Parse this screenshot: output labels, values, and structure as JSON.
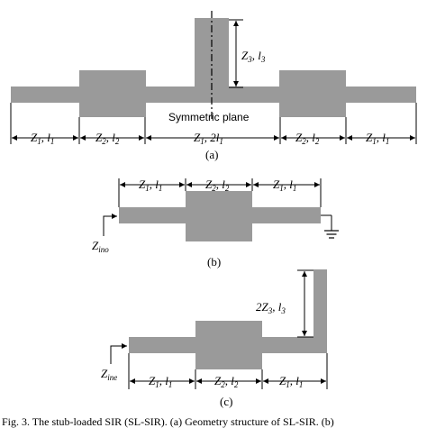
{
  "figure_a": {
    "labels": {
      "seg1": {
        "main": "Z",
        "s1": "1",
        "mid": ", l",
        "s2": "1"
      },
      "seg2": {
        "main": "Z",
        "s1": "2",
        "mid": ", l",
        "s2": "2"
      },
      "center": {
        "main": "Z",
        "s1": "1",
        "mid": ", 2l",
        "s2": "1"
      },
      "seg4": {
        "main": "Z",
        "s1": "2",
        "mid": ", l",
        "s2": "2"
      },
      "seg5": {
        "main": "Z",
        "s1": "1",
        "mid": ", l",
        "s2": "1"
      },
      "stub": {
        "main": "Z",
        "s1": "3",
        "mid": ", l",
        "s2": "3"
      }
    },
    "symmetric_plane": "Symmetric plane",
    "caption": "(a)"
  },
  "figure_b": {
    "labels": {
      "seg1": {
        "main": "Z",
        "s1": "1",
        "mid": ", l",
        "s2": "1"
      },
      "seg2": {
        "main": "Z",
        "s1": "2",
        "mid": ", l",
        "s2": "2"
      },
      "seg3": {
        "main": "Z",
        "s1": "1",
        "mid": ", l",
        "s2": "1"
      }
    },
    "port": {
      "main": "Z",
      "sub": "ino"
    },
    "caption": "(b)"
  },
  "figure_c": {
    "labels": {
      "seg1": {
        "main": "Z",
        "s1": "1",
        "mid": ", l",
        "s2": "1"
      },
      "seg2": {
        "main": "Z",
        "s1": "2",
        "mid": ", l",
        "s2": "2"
      },
      "seg3": {
        "main": "Z",
        "s1": "1",
        "mid": ", l",
        "s2": "1"
      },
      "stub": {
        "main": "2Z",
        "s1": "3",
        "mid": ", l",
        "s2": "3"
      }
    },
    "port": {
      "main": "Z",
      "sub": "ine"
    },
    "caption": "(c)"
  },
  "footer_text": "Fig. 3.  The stub-loaded SIR (SL-SIR). (a) Geometry structure of SL-SIR. (b)"
}
